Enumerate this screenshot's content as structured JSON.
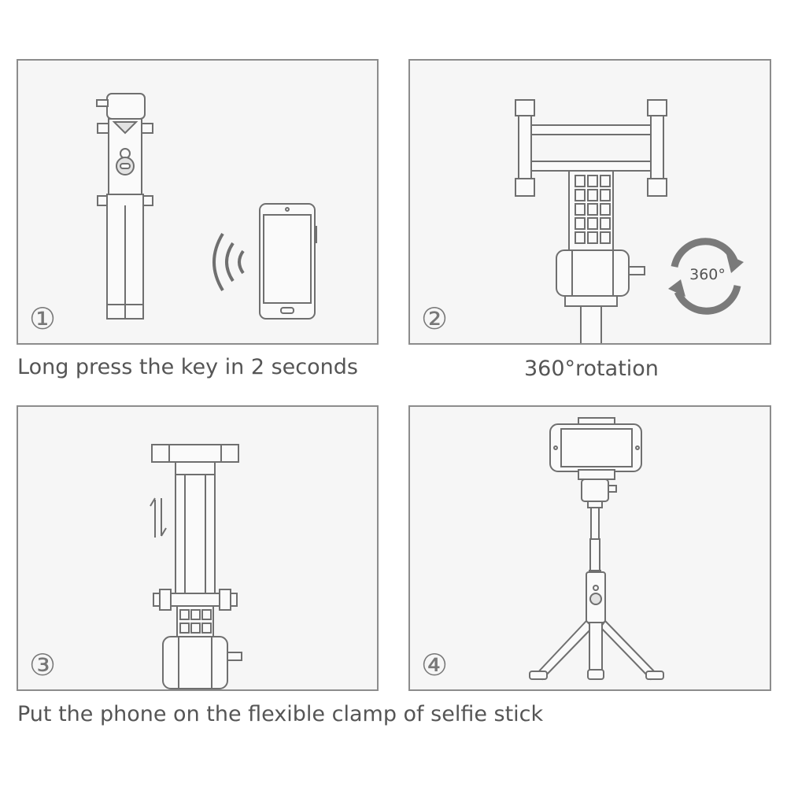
{
  "steps": [
    {
      "number": "①",
      "caption": "Long press the key in 2 seconds"
    },
    {
      "number": "②",
      "caption": "360°rotation",
      "badge": "360°"
    },
    {
      "number": "③",
      "caption": ""
    },
    {
      "number": "④",
      "caption": ""
    }
  ],
  "footer_caption": "Put the phone on the flexible clamp of selfie stick",
  "icons": [
    "selfie-stick-icon",
    "smartphone-icon",
    "signal-waves-icon",
    "phone-clamp-icon",
    "rotate-360-icon",
    "extend-arrows-icon",
    "tripod-icon"
  ],
  "colors": {
    "panel_border": "#8c8c8c",
    "line": "#6f6f6f",
    "text": "#555555"
  }
}
